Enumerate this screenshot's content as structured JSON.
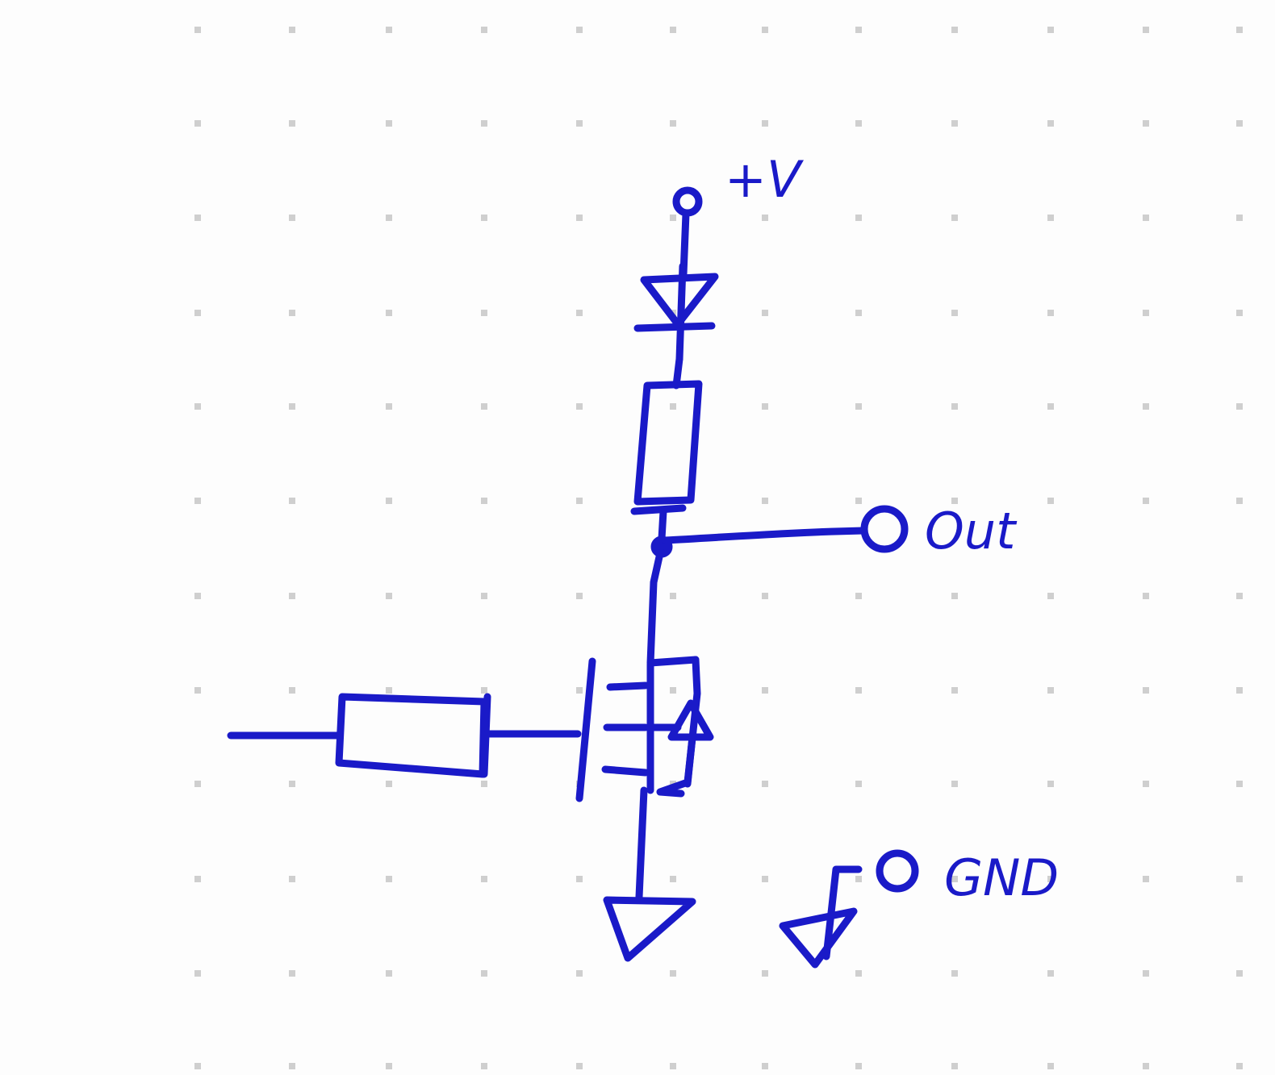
{
  "labels": {
    "supply": "+V",
    "output": "Out",
    "ground": "GND"
  },
  "colors": {
    "ink": "#1a1ac8",
    "paper": "#fdfdfd",
    "dot": "#cfcfcf"
  },
  "components": {
    "supply_terminal": "circle-terminal",
    "diode": "diode-symbol",
    "drain_resistor": "resistor-symbol",
    "output_junction": "junction-dot",
    "output_terminal": "circle-terminal",
    "gate_resistor": "resistor-symbol",
    "transistor": "mosfet-symbol",
    "ground": "ground-symbol",
    "legend_ground_symbol": "ground-symbol",
    "legend_terminal": "circle-terminal"
  }
}
